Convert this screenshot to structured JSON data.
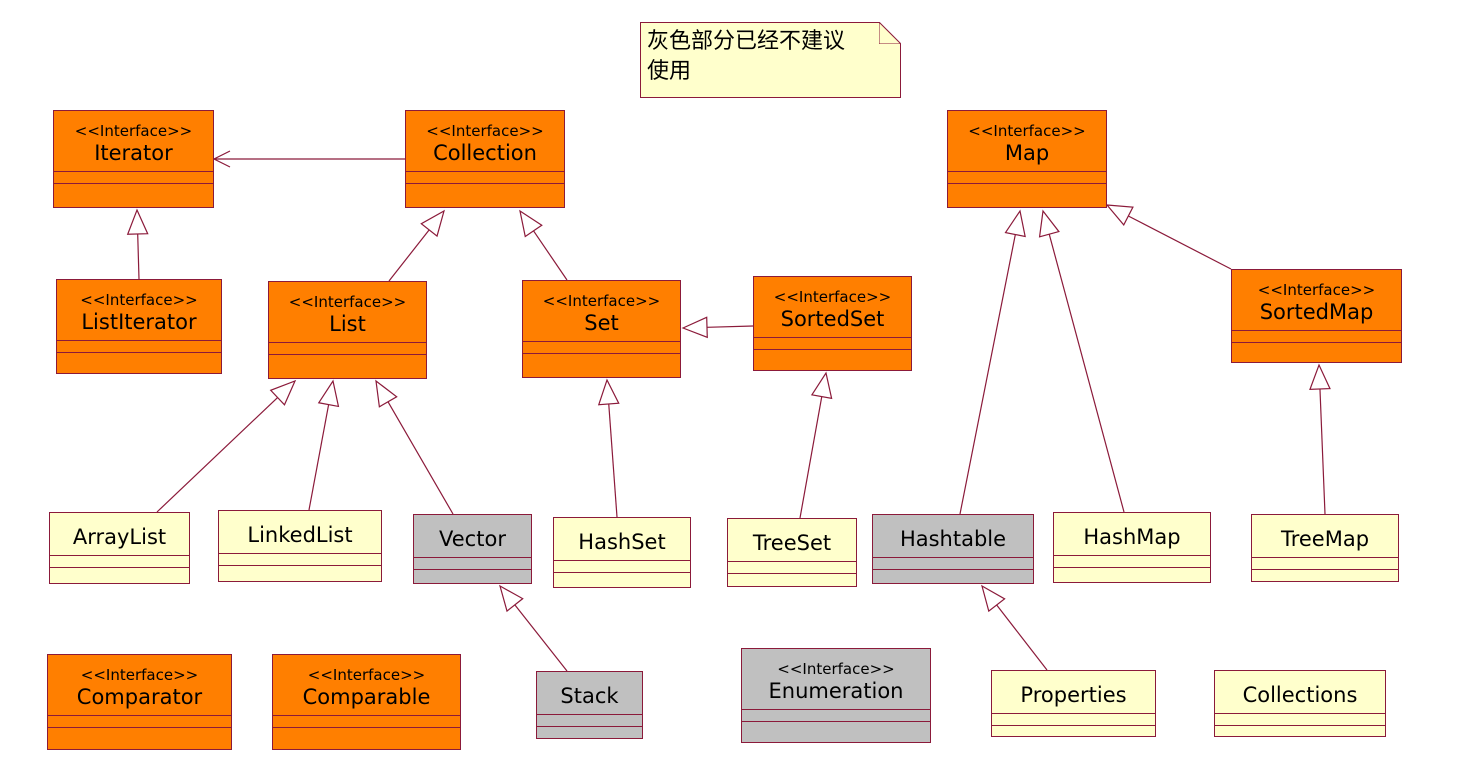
{
  "note": {
    "text": "灰色部分已经不建议\n使用"
  },
  "stereotype": "<<Interface>>",
  "colors": {
    "interface": "#ff7f00",
    "class": "#ffffcc",
    "deprecated": "#c0c0c0",
    "line": "#8b1a3a"
  },
  "boxes": [
    {
      "id": "iterator",
      "name": "Iterator",
      "interface": true,
      "deprecated": false
    },
    {
      "id": "collection",
      "name": "Collection",
      "interface": true,
      "deprecated": false
    },
    {
      "id": "map",
      "name": "Map",
      "interface": true,
      "deprecated": false
    },
    {
      "id": "listiterator",
      "name": "ListIterator",
      "interface": true,
      "deprecated": false
    },
    {
      "id": "list",
      "name": "List",
      "interface": true,
      "deprecated": false
    },
    {
      "id": "set",
      "name": "Set",
      "interface": true,
      "deprecated": false
    },
    {
      "id": "sortedset",
      "name": "SortedSet",
      "interface": true,
      "deprecated": false
    },
    {
      "id": "sortedmap",
      "name": "SortedMap",
      "interface": true,
      "deprecated": false
    },
    {
      "id": "arraylist",
      "name": "ArrayList",
      "interface": false,
      "deprecated": false
    },
    {
      "id": "linkedlist",
      "name": "LinkedList",
      "interface": false,
      "deprecated": false
    },
    {
      "id": "vector",
      "name": "Vector",
      "interface": false,
      "deprecated": true
    },
    {
      "id": "hashset",
      "name": "HashSet",
      "interface": false,
      "deprecated": false
    },
    {
      "id": "treeset",
      "name": "TreeSet",
      "interface": false,
      "deprecated": false
    },
    {
      "id": "hashtable",
      "name": "Hashtable",
      "interface": false,
      "deprecated": true
    },
    {
      "id": "hashmap",
      "name": "HashMap",
      "interface": false,
      "deprecated": false
    },
    {
      "id": "treemap",
      "name": "TreeMap",
      "interface": false,
      "deprecated": false
    },
    {
      "id": "comparator",
      "name": "Comparator",
      "interface": true,
      "deprecated": false
    },
    {
      "id": "comparable",
      "name": "Comparable",
      "interface": true,
      "deprecated": false
    },
    {
      "id": "stack",
      "name": "Stack",
      "interface": false,
      "deprecated": true
    },
    {
      "id": "enumeration",
      "name": "Enumeration",
      "interface": true,
      "deprecated": true
    },
    {
      "id": "properties",
      "name": "Properties",
      "interface": false,
      "deprecated": false
    },
    {
      "id": "collections",
      "name": "Collections",
      "interface": false,
      "deprecated": false
    }
  ],
  "relations": [
    {
      "from": "collection",
      "to": "iterator",
      "kind": "association"
    },
    {
      "from": "listiterator",
      "to": "iterator",
      "kind": "generalization"
    },
    {
      "from": "list",
      "to": "collection",
      "kind": "generalization"
    },
    {
      "from": "set",
      "to": "collection",
      "kind": "generalization"
    },
    {
      "from": "sortedset",
      "to": "set",
      "kind": "generalization"
    },
    {
      "from": "sortedmap",
      "to": "map",
      "kind": "generalization"
    },
    {
      "from": "arraylist",
      "to": "list",
      "kind": "generalization"
    },
    {
      "from": "linkedlist",
      "to": "list",
      "kind": "generalization"
    },
    {
      "from": "vector",
      "to": "list",
      "kind": "generalization"
    },
    {
      "from": "hashset",
      "to": "set",
      "kind": "generalization"
    },
    {
      "from": "treeset",
      "to": "sortedset",
      "kind": "generalization"
    },
    {
      "from": "hashtable",
      "to": "map",
      "kind": "generalization"
    },
    {
      "from": "hashmap",
      "to": "map",
      "kind": "generalization"
    },
    {
      "from": "treemap",
      "to": "sortedmap",
      "kind": "generalization"
    },
    {
      "from": "stack",
      "to": "vector",
      "kind": "generalization"
    },
    {
      "from": "properties",
      "to": "hashtable",
      "kind": "generalization"
    }
  ]
}
